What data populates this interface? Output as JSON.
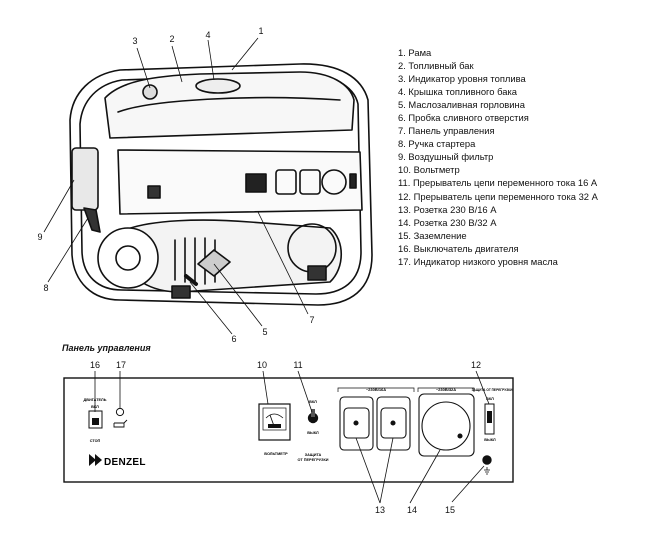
{
  "callouts_top": [
    "1",
    "2",
    "3",
    "4",
    "5",
    "6",
    "7",
    "8",
    "9"
  ],
  "parts": [
    "1.  Рама",
    "2.  Топливный бак",
    "3.  Индикатор уровня топлива",
    "4.  Крышка топливного бака",
    "5.  Маслозаливная горловина",
    "6.  Пробка сливного отверстия",
    "7.  Панель управления",
    "8.  Ручка стартера",
    "9.  Воздушный фильтр",
    "10. Вольтметр",
    "11. Прерыватель цепи переменного тока 16 А",
    "12. Прерыватель цепи переменного тока 32 А",
    "13. Розетка 230 В/16 А",
    "14. Розетка 230 В/32 А",
    "15. Заземление",
    "16. Выключатель двигателя",
    "17. Индикатор низкого уровня масла"
  ],
  "panel": {
    "title": "Панель управления",
    "callouts": [
      "16",
      "17",
      "10",
      "11",
      "12",
      "13",
      "14",
      "15"
    ],
    "engine_switch_label": "ДВИГАТЕЛЬ",
    "engine_on_label": "ВКЛ",
    "engine_stop_label": "СТОП",
    "brand": "DENZEL",
    "voltmeter_label": "ВОЛЬТМЕТР",
    "breaker_on_label": "ВКЛ",
    "breaker_off_label": "ВЫКЛ",
    "protection_label_1": "ЗАЩИТА",
    "protection_label_2": "ОТ ПЕРЕГРУЗКИ",
    "outlet16_label": "~230В/16А",
    "outlet32_label": "~230В/32А",
    "protection32_label": "ЗАЩИТА ОТ ПЕРЕГРУЗКИ",
    "breaker32_on_label": "ВКЛ",
    "breaker32_off_label": "ВЫКЛ"
  }
}
